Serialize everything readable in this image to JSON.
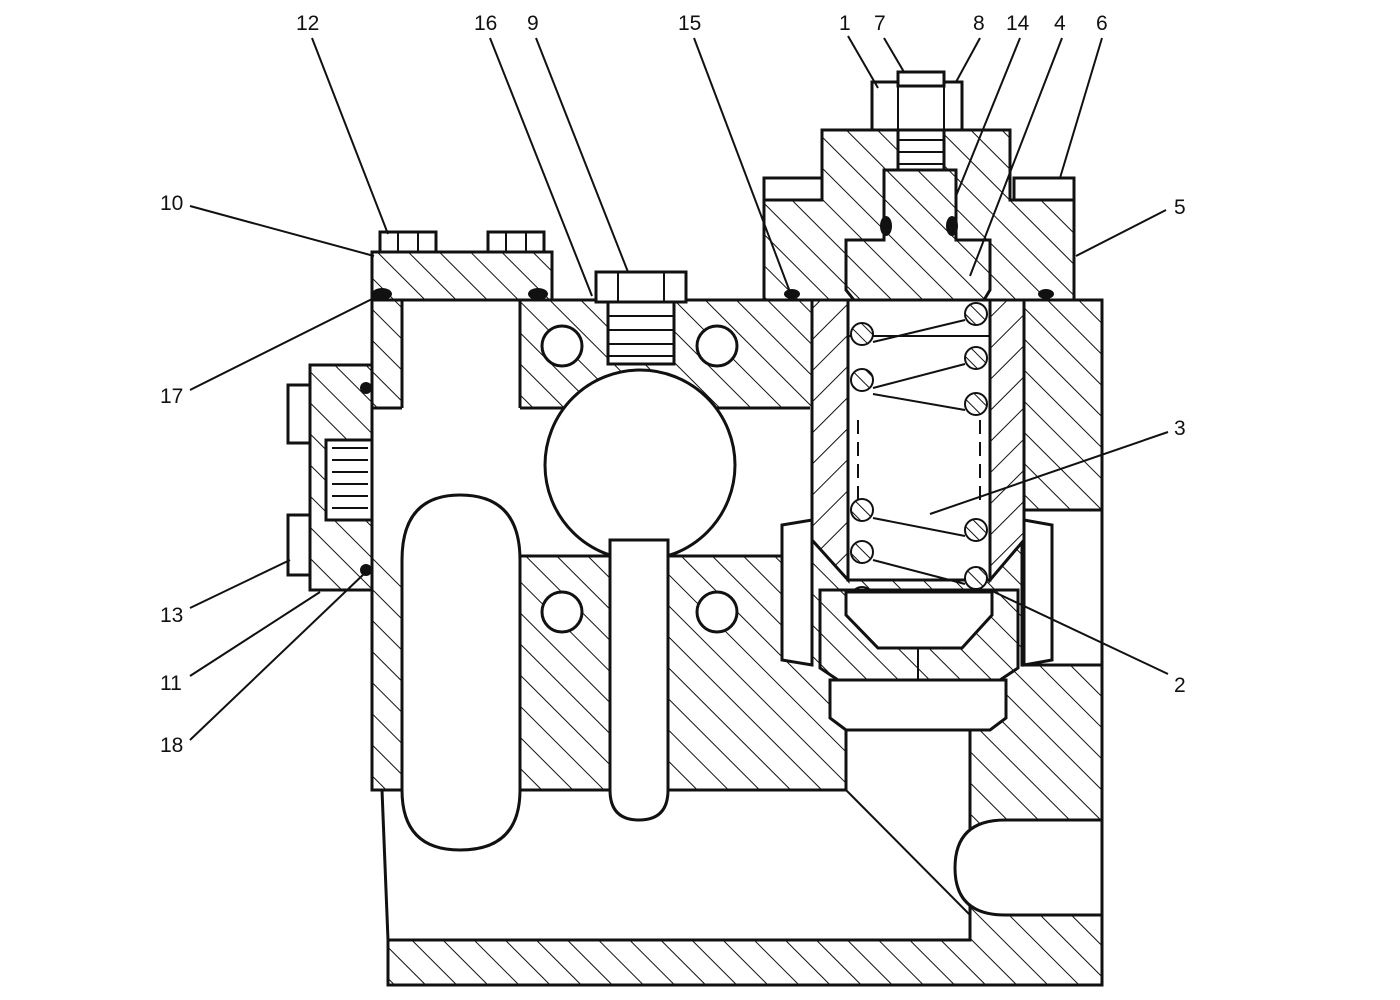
{
  "diagram": {
    "callouts": [
      {
        "id": "12",
        "label": "12"
      },
      {
        "id": "16",
        "label": "16"
      },
      {
        "id": "9",
        "label": "9"
      },
      {
        "id": "15",
        "label": "15"
      },
      {
        "id": "1",
        "label": "1"
      },
      {
        "id": "7",
        "label": "7"
      },
      {
        "id": "8",
        "label": "8"
      },
      {
        "id": "14",
        "label": "14"
      },
      {
        "id": "4",
        "label": "4"
      },
      {
        "id": "6",
        "label": "6"
      },
      {
        "id": "10",
        "label": "10"
      },
      {
        "id": "5",
        "label": "5"
      },
      {
        "id": "17",
        "label": "17"
      },
      {
        "id": "3",
        "label": "3"
      },
      {
        "id": "13",
        "label": "13"
      },
      {
        "id": "11",
        "label": "11"
      },
      {
        "id": "2",
        "label": "2"
      },
      {
        "id": "18",
        "label": "18"
      }
    ],
    "colors": {
      "ink": "#111111",
      "paper": "#ffffff"
    }
  }
}
